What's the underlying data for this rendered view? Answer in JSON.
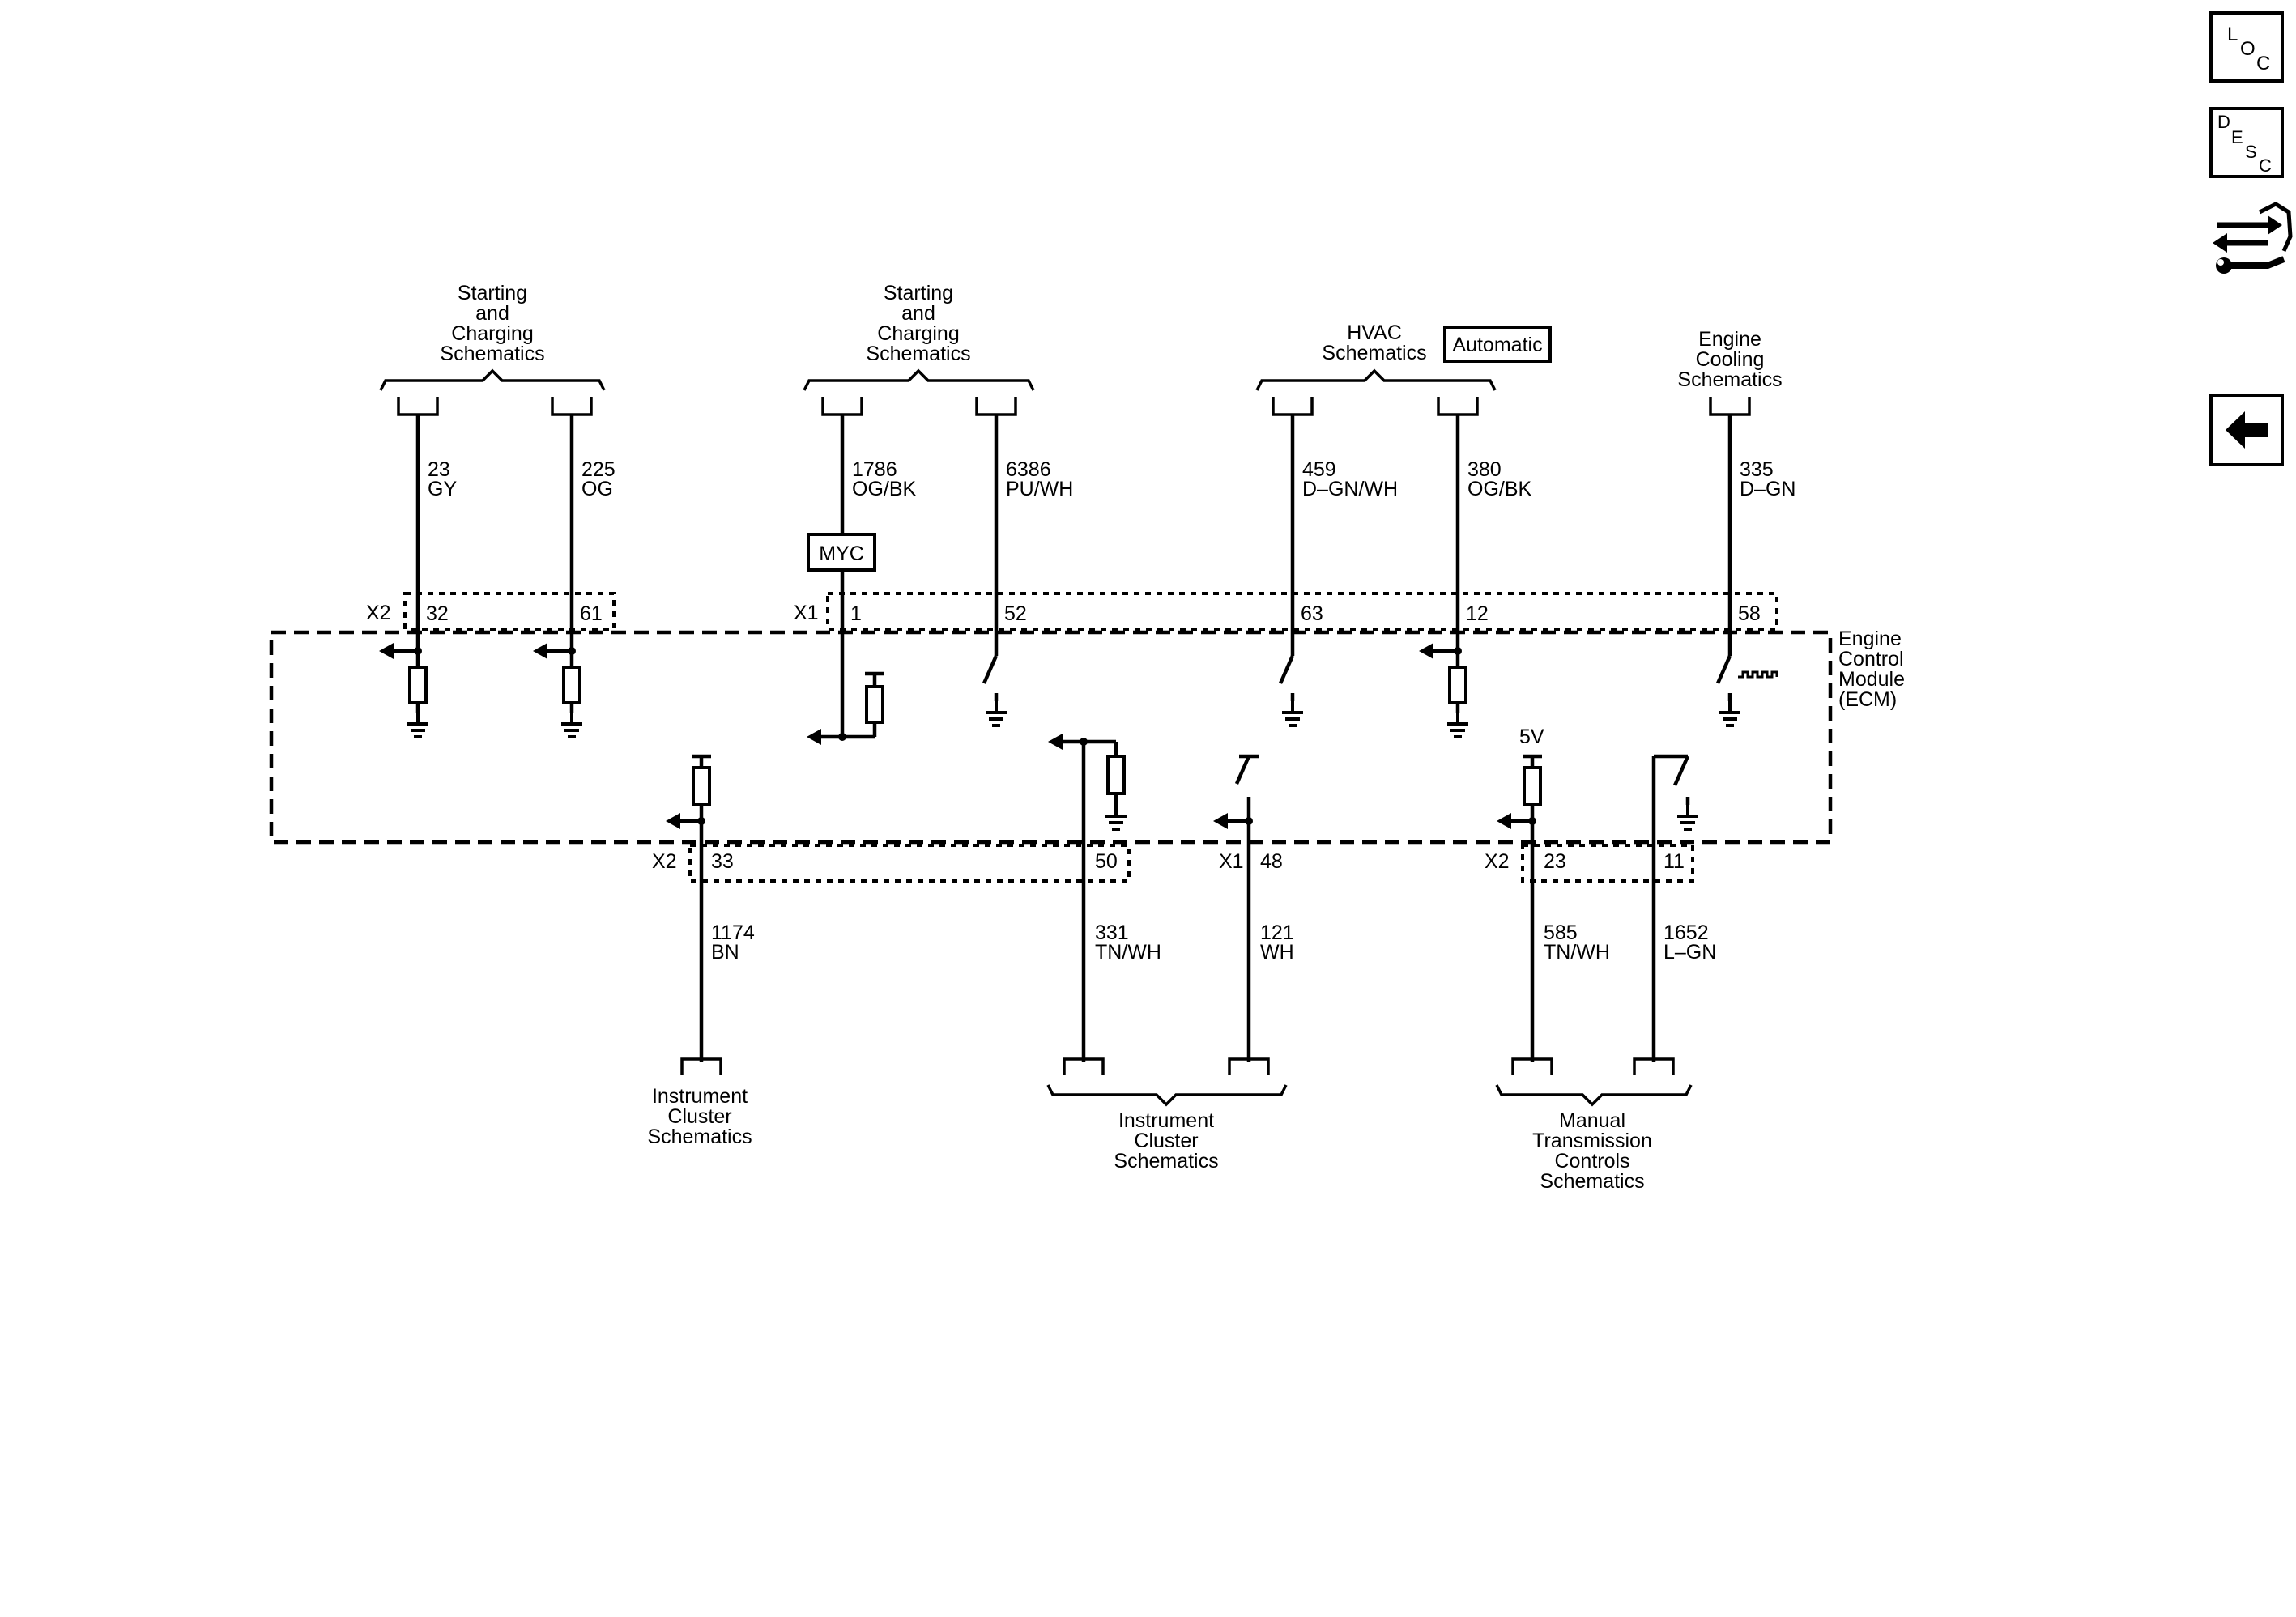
{
  "nav_buttons": {
    "loc": {
      "l1": "L",
      "l2": "O",
      "l3": "C"
    },
    "desc": {
      "l1": "D",
      "l2": "E",
      "l3": "S",
      "l4": "C"
    }
  },
  "top_groups": {
    "start1": [
      "Starting",
      "and",
      "Charging",
      "Schematics"
    ],
    "start2": [
      "Starting",
      "and",
      "Charging",
      "Schematics"
    ],
    "hvac": [
      "HVAC",
      "Schematics"
    ],
    "hvac_badge": "Automatic",
    "cooling": [
      "Engine",
      "Cooling",
      "Schematics"
    ]
  },
  "bottom_groups": {
    "ic1": [
      "Instrument",
      "Cluster",
      "Schematics"
    ],
    "ic2": [
      "Instrument",
      "Cluster",
      "Schematics"
    ],
    "mtc": [
      "Manual",
      "Transmission",
      "Controls",
      "Schematics"
    ]
  },
  "top_wires": [
    {
      "circuit": "23",
      "color": "GY",
      "pin": "32"
    },
    {
      "circuit": "225",
      "color": "OG",
      "pin": "61"
    },
    {
      "circuit": "1786",
      "color": "OG/BK",
      "pin": "1"
    },
    {
      "circuit": "6386",
      "color": "PU/WH",
      "pin": "52"
    },
    {
      "circuit": "459",
      "color": "D–GN/WH",
      "pin": "63"
    },
    {
      "circuit": "380",
      "color": "OG/BK",
      "pin": "12"
    },
    {
      "circuit": "335",
      "color": "D–GN",
      "pin": "58"
    }
  ],
  "bottom_wires": [
    {
      "circuit": "1174",
      "color": "BN",
      "pin": "33"
    },
    {
      "circuit": "331",
      "color": "TN/WH",
      "pin": "50"
    },
    {
      "circuit": "121",
      "color": "WH",
      "pin": "48"
    },
    {
      "circuit": "585",
      "color": "TN/WH",
      "pin": "23"
    },
    {
      "circuit": "1652",
      "color": "L–GN",
      "pin": "11"
    }
  ],
  "connectors": {
    "top_x2": "X2",
    "top_x1": "X1",
    "bot_x2a": "X2",
    "bot_x1": "X1",
    "bot_x2b": "X2"
  },
  "myc": "MYC",
  "five_volt": "5V",
  "module": [
    "Engine",
    "Control",
    "Module",
    "(ECM)"
  ]
}
